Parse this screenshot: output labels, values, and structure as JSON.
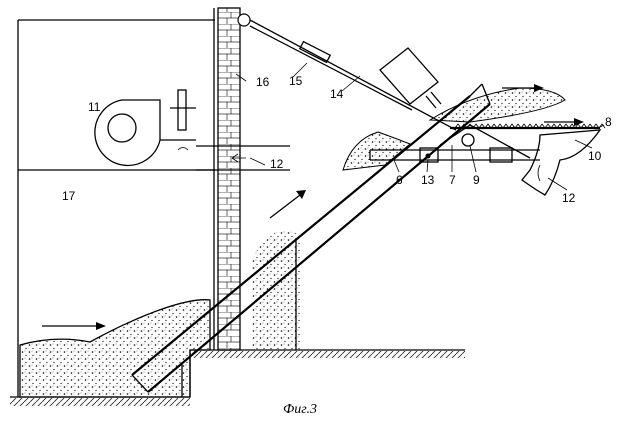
{
  "labels": {
    "l8": "8",
    "l9": "9",
    "l10": "10",
    "l11": "11",
    "l12a": "12",
    "l12b": "12",
    "l13": "13",
    "l14": "14",
    "l15": "15",
    "l16": "16",
    "l17": "17",
    "l6": "6",
    "l7": "7"
  },
  "caption": "Фиг.3"
}
